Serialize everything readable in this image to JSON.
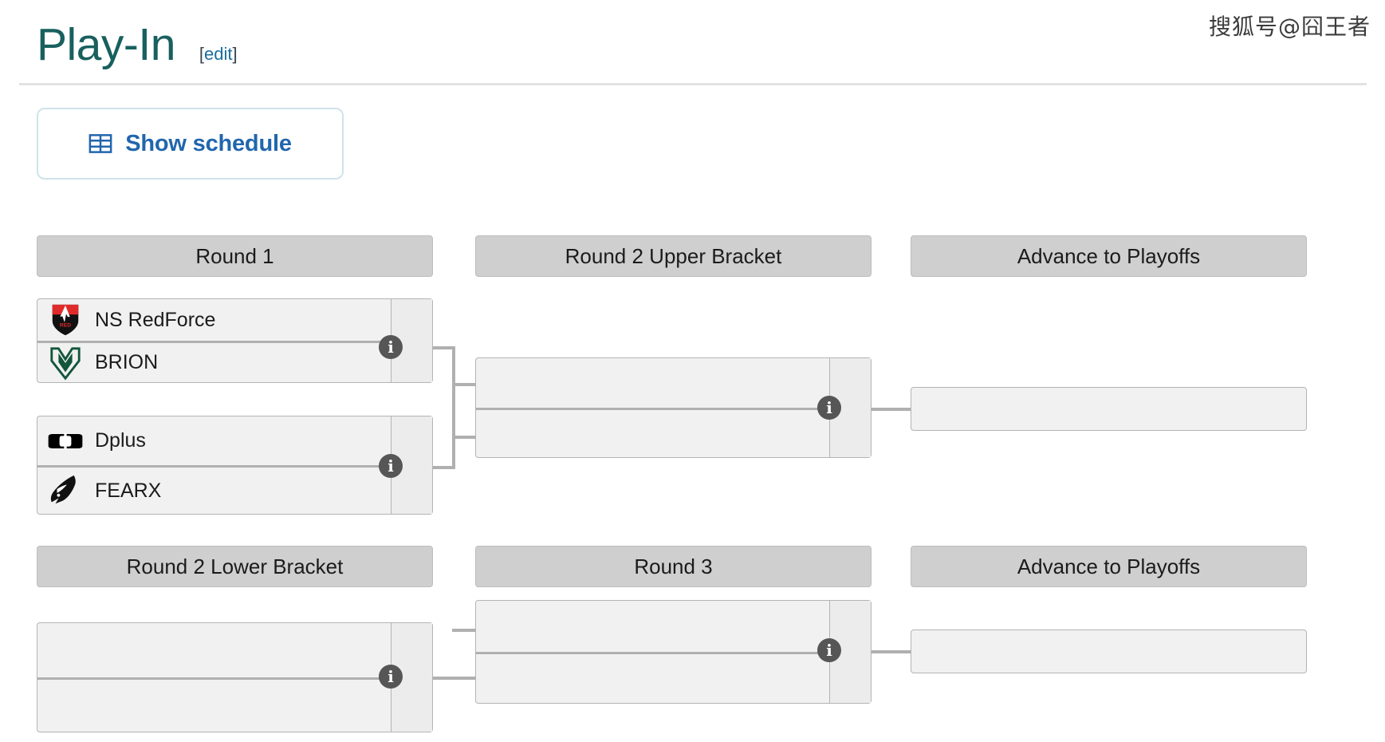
{
  "watermark": {
    "text": "搜狐号@囧王者"
  },
  "header": {
    "title": "Play-In",
    "edit_open": "[",
    "edit_label": "edit",
    "edit_close": "]"
  },
  "toolbar": {
    "schedule_button_label": "Show schedule",
    "schedule_icon": "grid-table-icon"
  },
  "colors": {
    "title": "#18605e",
    "link": "#2166ad",
    "round_header_bg": "#cfcfcf",
    "match_bg": "#f1f1f1",
    "border": "#b4b4b4",
    "info_badge": "#565656"
  },
  "bracket": {
    "round_headers": [
      {
        "id": "round-1",
        "label": "Round 1"
      },
      {
        "id": "round-2-upper",
        "label": "Round 2 Upper Bracket"
      },
      {
        "id": "advance-upper",
        "label": "Advance to Playoffs"
      },
      {
        "id": "round-2-lower",
        "label": "Round 2 Lower Bracket"
      },
      {
        "id": "round-3",
        "label": "Round 3"
      },
      {
        "id": "advance-lower",
        "label": "Advance to Playoffs"
      }
    ],
    "matches": [
      {
        "id": "r1-m1",
        "round": "Round 1",
        "info_label": "i",
        "teams": [
          {
            "name": "NS RedForce",
            "logo": "ns-redforce-logo",
            "score": ""
          },
          {
            "name": "BRION",
            "logo": "brion-logo",
            "score": ""
          }
        ]
      },
      {
        "id": "r1-m2",
        "round": "Round 1",
        "info_label": "i",
        "teams": [
          {
            "name": "Dplus",
            "logo": "dplus-logo",
            "score": ""
          },
          {
            "name": "FEARX",
            "logo": "fearx-logo",
            "score": ""
          }
        ]
      },
      {
        "id": "r2-upper-m1",
        "round": "Round 2 Upper Bracket",
        "info_label": "i",
        "teams": [
          {
            "name": "",
            "logo": "",
            "score": ""
          },
          {
            "name": "",
            "logo": "",
            "score": ""
          }
        ]
      },
      {
        "id": "advance-upper-m1",
        "round": "Advance to Playoffs",
        "info_label": "",
        "teams": [
          {
            "name": "",
            "logo": "",
            "score": ""
          }
        ]
      },
      {
        "id": "r2-lower-m1",
        "round": "Round 2 Lower Bracket",
        "info_label": "i",
        "teams": [
          {
            "name": "",
            "logo": "",
            "score": ""
          },
          {
            "name": "",
            "logo": "",
            "score": ""
          }
        ]
      },
      {
        "id": "r3-m1",
        "round": "Round 3",
        "info_label": "i",
        "teams": [
          {
            "name": "",
            "logo": "",
            "score": ""
          },
          {
            "name": "",
            "logo": "",
            "score": ""
          }
        ]
      },
      {
        "id": "advance-lower-m1",
        "round": "Advance to Playoffs",
        "info_label": "",
        "teams": [
          {
            "name": "",
            "logo": "",
            "score": ""
          }
        ]
      }
    ]
  }
}
